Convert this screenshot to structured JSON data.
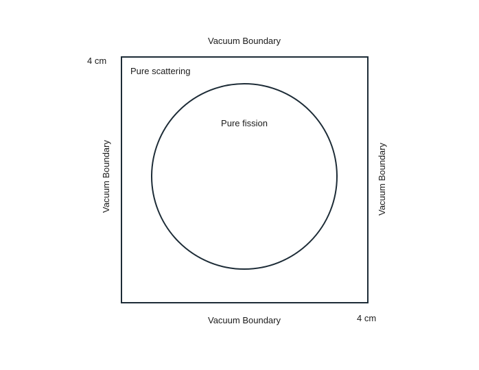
{
  "diagram": {
    "labels": {
      "top_boundary": "Vacuum Boundary",
      "bottom_boundary": "Vacuum Boundary",
      "left_boundary": "Vacuum Boundary",
      "right_boundary": "Vacuum Boundary",
      "top_left_dimension": "4 cm",
      "bottom_right_dimension": "4 cm",
      "outer_region": "Pure scattering",
      "inner_region": "Pure fission"
    },
    "colors": {
      "stroke": "#1c2b36",
      "text": "#1a1a1a",
      "background": "#ffffff"
    }
  }
}
